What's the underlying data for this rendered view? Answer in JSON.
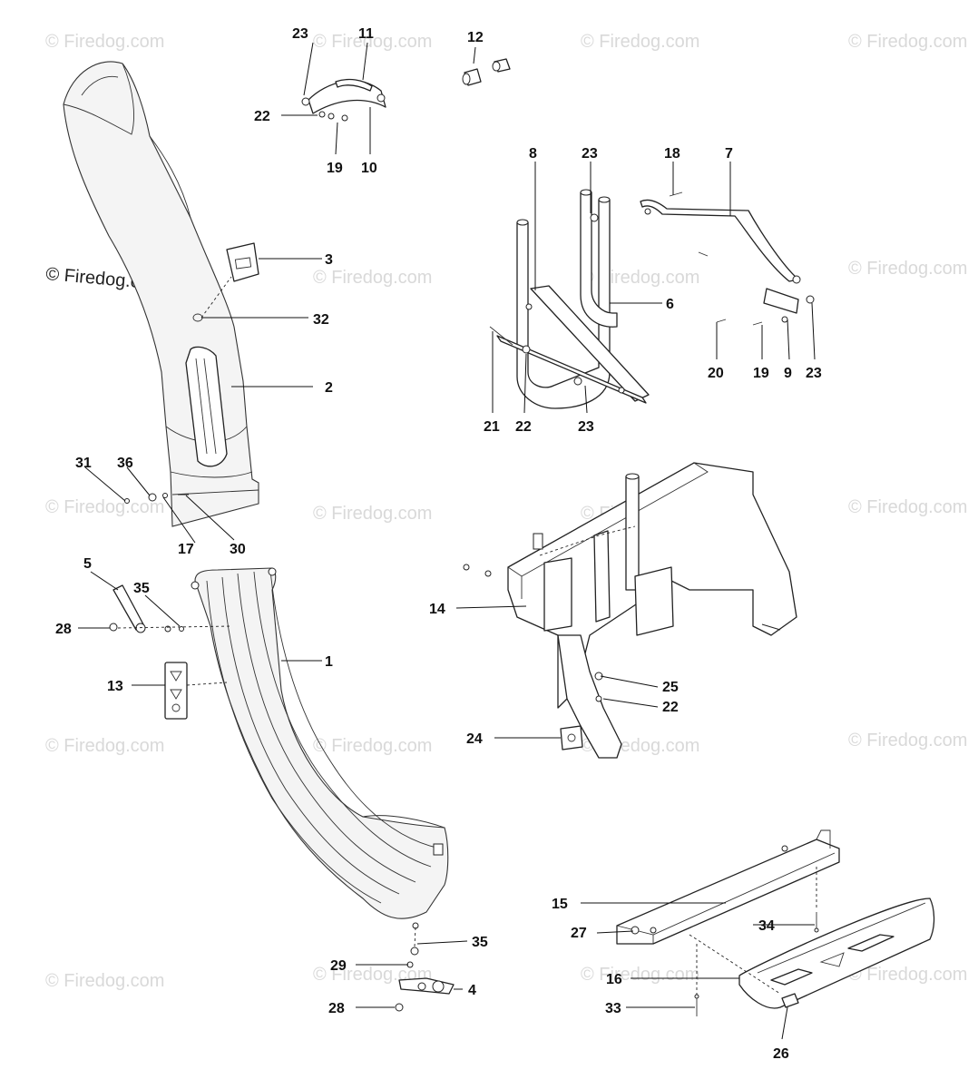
{
  "watermark": "© Firedog.com",
  "watermark_main": "© Firedog.com",
  "callouts": {
    "c1": "1",
    "c2": "2",
    "c3": "3",
    "c4": "4",
    "c5": "5",
    "c6": "6",
    "c7": "7",
    "c8": "8",
    "c9": "9",
    "c10": "10",
    "c11": "11",
    "c12": "12",
    "c13": "13",
    "c14": "14",
    "c15": "15",
    "c16": "16",
    "c17": "17",
    "c18": "18",
    "c19a": "19",
    "c19b": "19",
    "c20": "20",
    "c21": "21",
    "c22a": "22",
    "c22b": "22",
    "c22c": "22",
    "c23a": "23",
    "c23b": "23",
    "c23c": "23",
    "c23d": "23",
    "c24": "24",
    "c25": "25",
    "c26": "26",
    "c27": "27",
    "c28a": "28",
    "c28b": "28",
    "c29": "29",
    "c30": "30",
    "c31": "31",
    "c32": "32",
    "c33": "33",
    "c34": "34",
    "c35a": "35",
    "c35b": "35",
    "c36": "36"
  }
}
